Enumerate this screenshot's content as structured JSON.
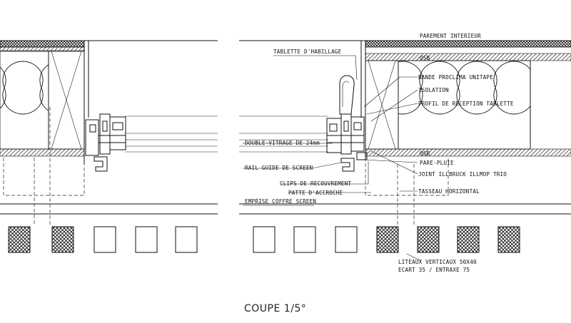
{
  "drawing": {
    "title": "COUPE 1/5°",
    "labels": {
      "parement_interieur": "PAREMENT INTERIEUR",
      "osb_top": "OSB",
      "tablette": "TABLETTE D'HABILLAGE",
      "bande_proclima": "BANDE PROCLIMA UNITAPE",
      "isolation": "ISOLATION",
      "profil_reception": "PROFIL DE RECEPTION TABLETTE",
      "double_vitrage": "DOUBLE-VITRAGE DE 24mm",
      "osb_bottom": "OSB",
      "pare_pluie": "PARE-PLUIE",
      "rail_guide": "RAIL GUIDE DE SCREEN",
      "joint_illbruck": "JOINT ILLBRUCK ILLMOP TRIO",
      "clips": "CLIPS DE RECOUVREMENT",
      "patte": "PATTE D'ACCROCHE",
      "tasseau": "TASSEAU HORIZONTAL",
      "emprise": "EMPRISE COFFRE SCREEN",
      "liteaux_line1": "LITEAUX VERTICAUX 50X40",
      "liteaux_line2": "ECART 35 / ENTRAXE 75"
    },
    "colors": {
      "ink": "#111111",
      "paper": "#ffffff"
    }
  }
}
